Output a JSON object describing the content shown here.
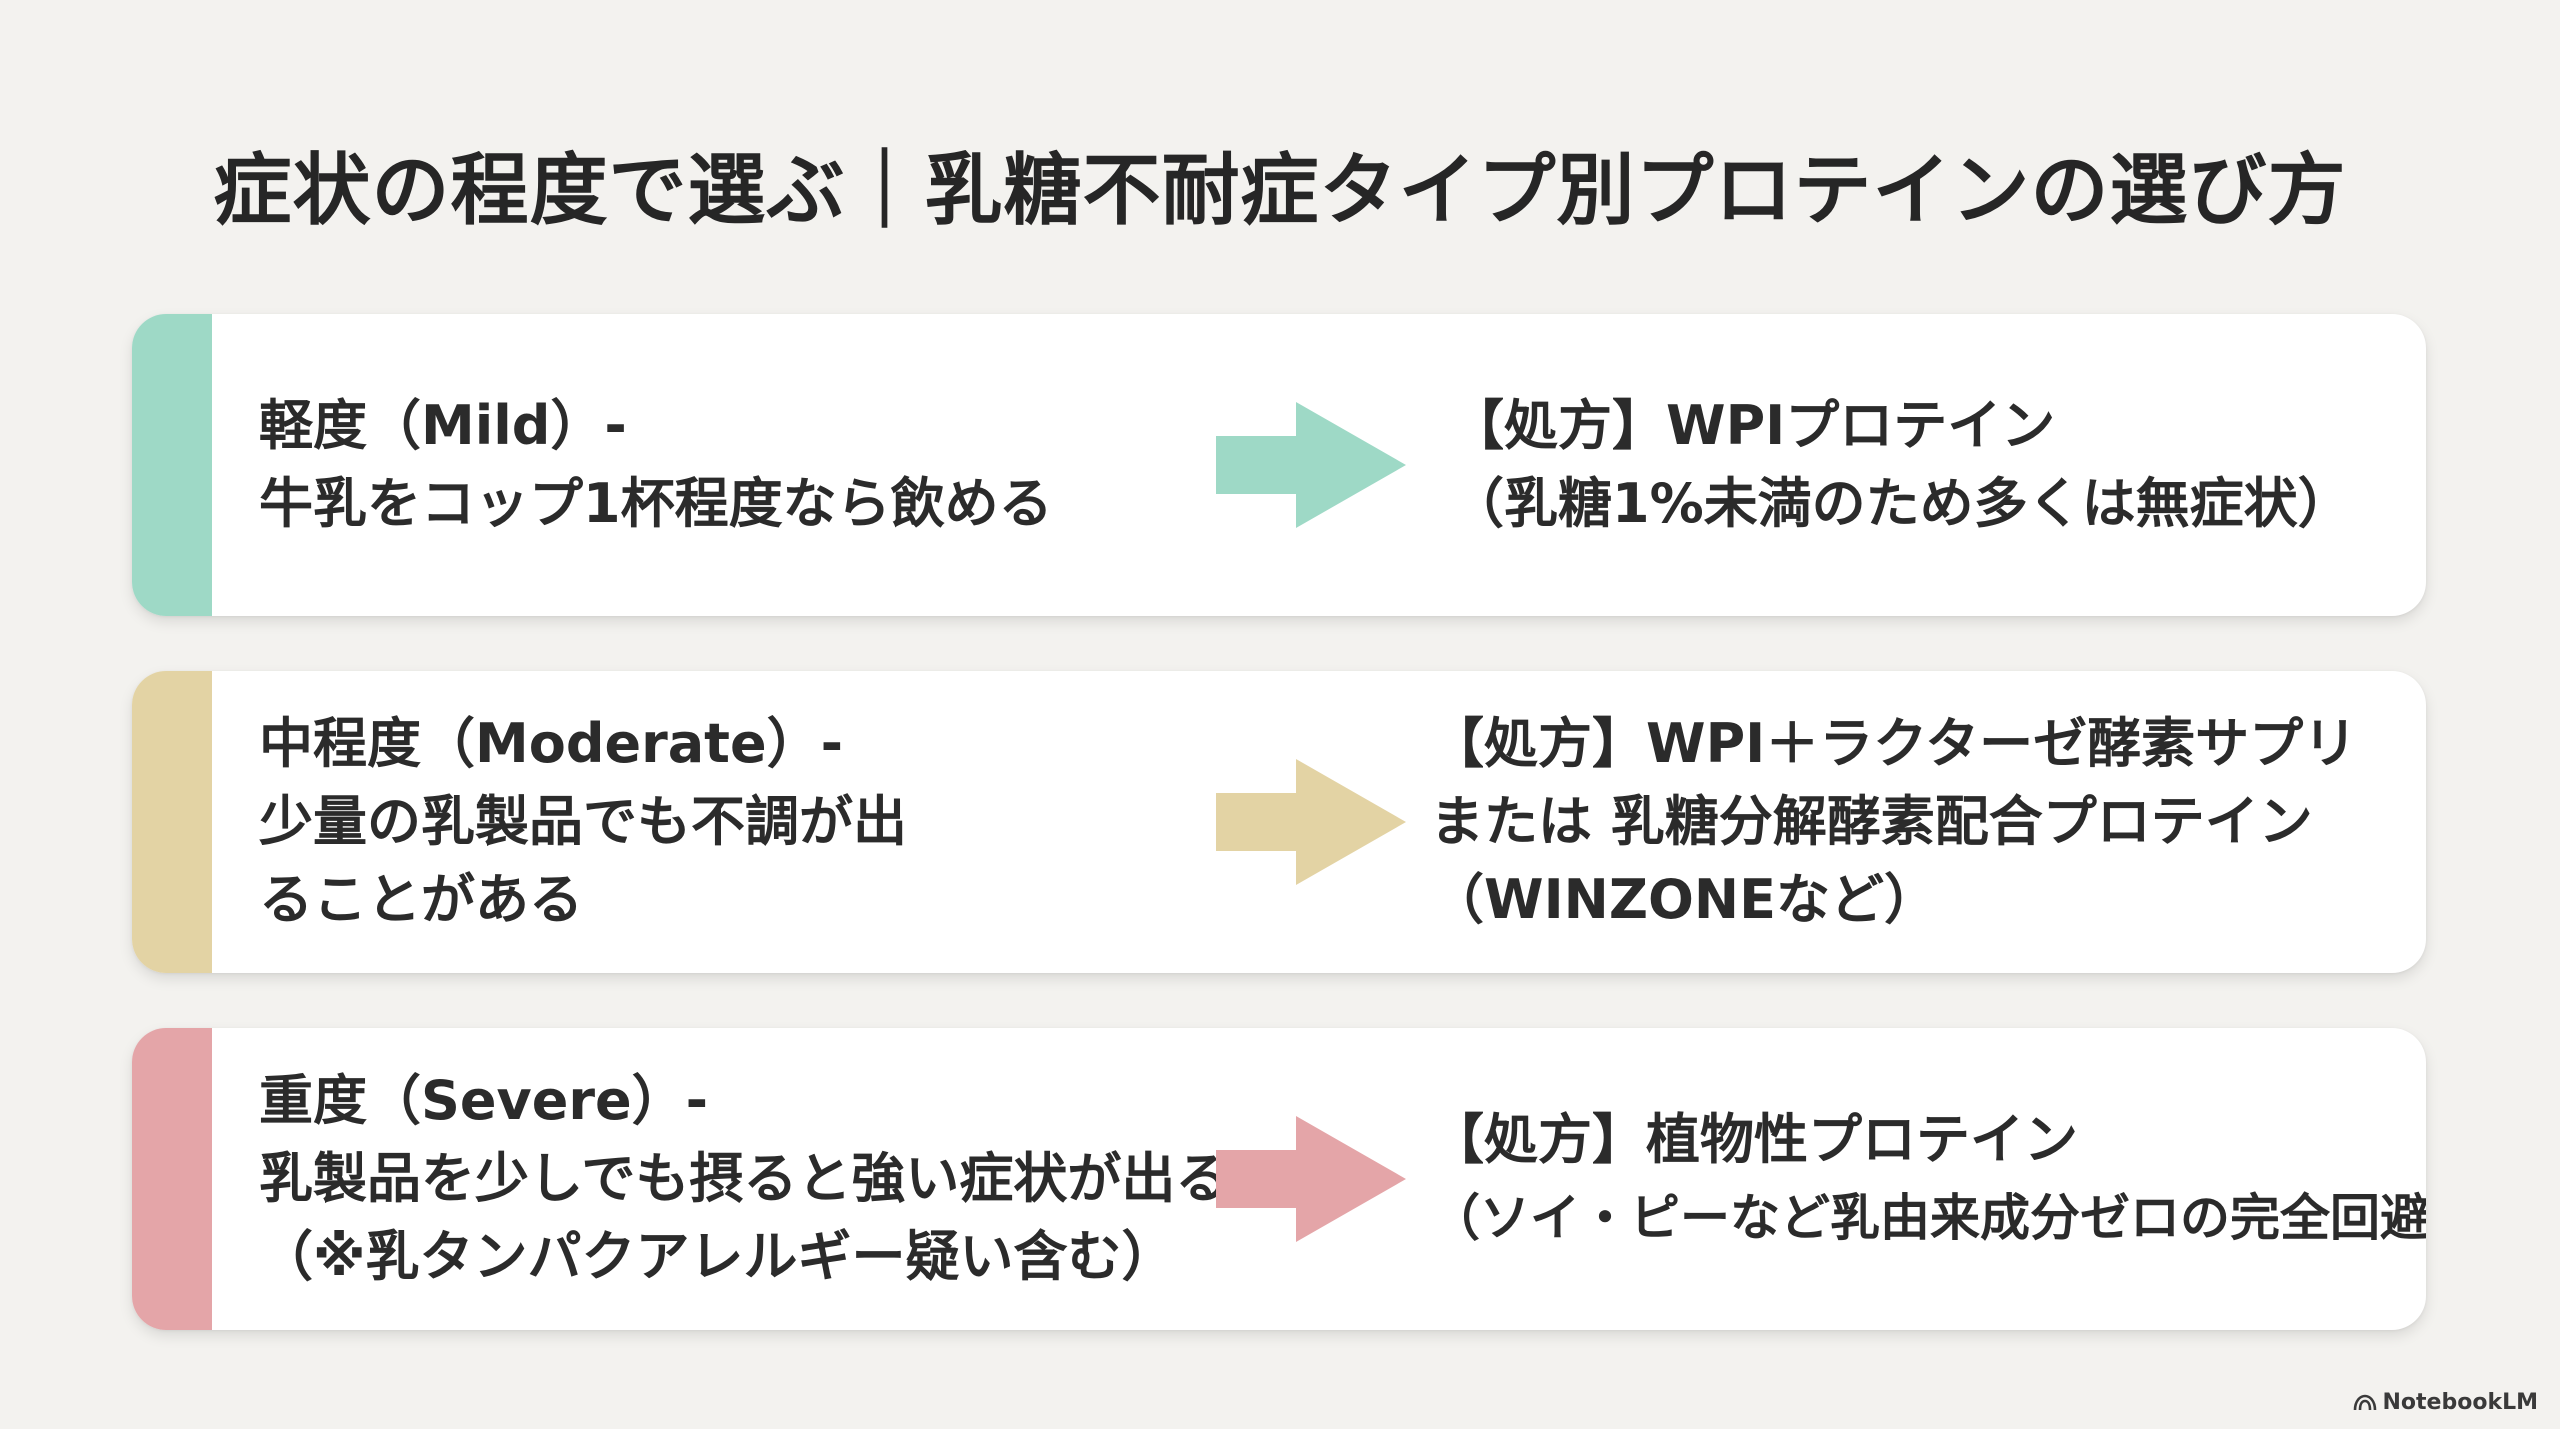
{
  "page_title": "症状の程度で選ぶ｜乳糖不耐症タイプ別プロテインの選び方",
  "cards": [
    {
      "color": "#9ed9c6",
      "severity_lines": [
        "軽度（Mild）-",
        "牛乳をコップ1杯程度なら飲める"
      ],
      "rx_lines": [
        "【処方】WPIプロテイン",
        "（乳糖1%未満のため多くは無症状）"
      ]
    },
    {
      "color": "#e3d3a4",
      "severity_lines": [
        "中程度（Moderate）-",
        "少量の乳製品でも不調が出",
        "ることがある"
      ],
      "rx_lines": [
        "【処方】WPI＋ラクターゼ酵素サプリ",
        "または 乳糖分解酵素配合プロテイン",
        "（WINZONEなど）"
      ]
    },
    {
      "color": "#e4a5a8",
      "severity_lines": [
        "重度（Severe）-",
        "乳製品を少しでも摂ると強い症状が出る",
        "（※乳タンパクアレルギー疑い含む）"
      ],
      "rx_lines": [
        "【処方】植物性プロテイン",
        "（ソイ・ピーなど乳由来成分ゼロの完全回避）"
      ]
    }
  ],
  "watermark": {
    "icon": "notebooklm-logo-icon",
    "text": "NotebookLM"
  }
}
